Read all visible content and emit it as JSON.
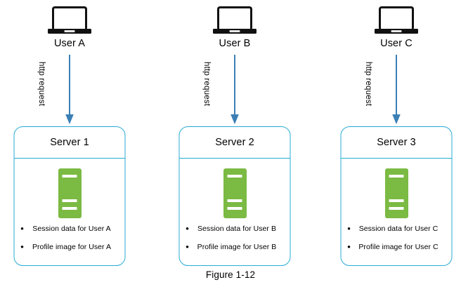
{
  "figure": {
    "caption": "Figure 1-12",
    "colors": {
      "box_border": "#29abd4",
      "arrow": "#3b7fb5",
      "server_rack": "#7bba43",
      "laptop": "#111111",
      "text": "#000000",
      "background": "#ffffff"
    },
    "icons": {
      "laptop": "laptop-icon",
      "rack": "server-rack-icon",
      "arrow": "down-arrow-icon"
    }
  },
  "columns": [
    {
      "user_label": "User A",
      "arrow_label": "http request",
      "server_title": "Server 1",
      "bullets": [
        "Session data for User A",
        "Profile image for User A"
      ]
    },
    {
      "user_label": "User B",
      "arrow_label": "http request",
      "server_title": "Server 2",
      "bullets": [
        "Session data for User B",
        "Profile image for User B"
      ]
    },
    {
      "user_label": "User C",
      "arrow_label": "http request",
      "server_title": "Server 3",
      "bullets": [
        "Session data for User C",
        "Profile image for User C"
      ]
    }
  ],
  "bullet_marker": "•"
}
